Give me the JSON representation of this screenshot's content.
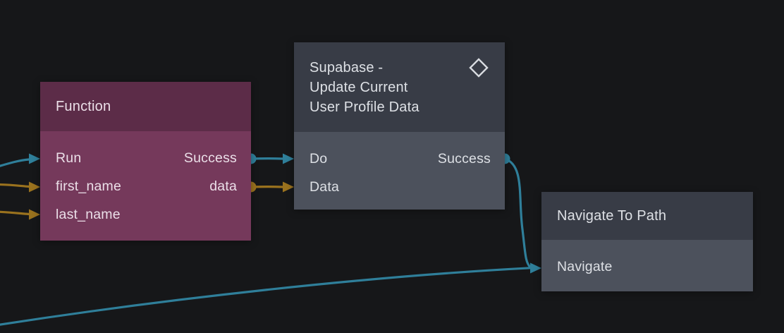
{
  "canvas": {
    "app": "visual-node-graph-editor"
  },
  "colors": {
    "background": "#161719",
    "function_header": "#5C2C48",
    "function_body": "#75395B",
    "gray_header": "#383C46",
    "gray_body": "#4C515C",
    "wire_signal": "#2F7F9A",
    "wire_data": "#9A721E",
    "function_text": "#EBDFE8",
    "gray_text": "#DDE0E5",
    "icon_stroke": "#D9DCE1"
  },
  "nodes": [
    {
      "id": "function",
      "title": "Function",
      "inputs": [
        {
          "label": "Run",
          "type": "signal"
        },
        {
          "label": "first_name",
          "type": "data"
        },
        {
          "label": "last_name",
          "type": "data"
        }
      ],
      "outputs": [
        {
          "label": "Success",
          "type": "signal"
        },
        {
          "label": "data",
          "type": "data"
        }
      ]
    },
    {
      "id": "supabase-update-current-user-profile-data",
      "title": "Supabase - Update Current User Profile Data",
      "title_lines": [
        "Supabase -",
        "Update Current",
        "User Profile Data"
      ],
      "header_icon": "diamond-icon",
      "inputs": [
        {
          "label": "Do",
          "type": "signal"
        },
        {
          "label": "Data",
          "type": "data"
        }
      ],
      "outputs": [
        {
          "label": "Success",
          "type": "signal"
        }
      ]
    },
    {
      "id": "navigate-to-path",
      "title": "Navigate To Path",
      "inputs": [
        {
          "label": "Navigate",
          "type": "signal"
        }
      ],
      "outputs": []
    }
  ],
  "connections": [
    {
      "from": "offscreen-left",
      "to": "Function.Run",
      "type": "signal"
    },
    {
      "from": "offscreen-left",
      "to": "Function.first_name",
      "type": "data"
    },
    {
      "from": "offscreen-left",
      "to": "Function.last_name",
      "type": "data"
    },
    {
      "from": "Function.Success",
      "to": "Supabase - Update Current User Profile Data.Do",
      "type": "signal"
    },
    {
      "from": "Function.data",
      "to": "Supabase - Update Current User Profile Data.Data",
      "type": "data"
    },
    {
      "from": "Supabase - Update Current User Profile Data.Success",
      "to": "Navigate To Path.Navigate",
      "type": "signal"
    },
    {
      "from": "offscreen-bottom-left",
      "to": "Navigate To Path.Navigate",
      "type": "signal"
    }
  ]
}
